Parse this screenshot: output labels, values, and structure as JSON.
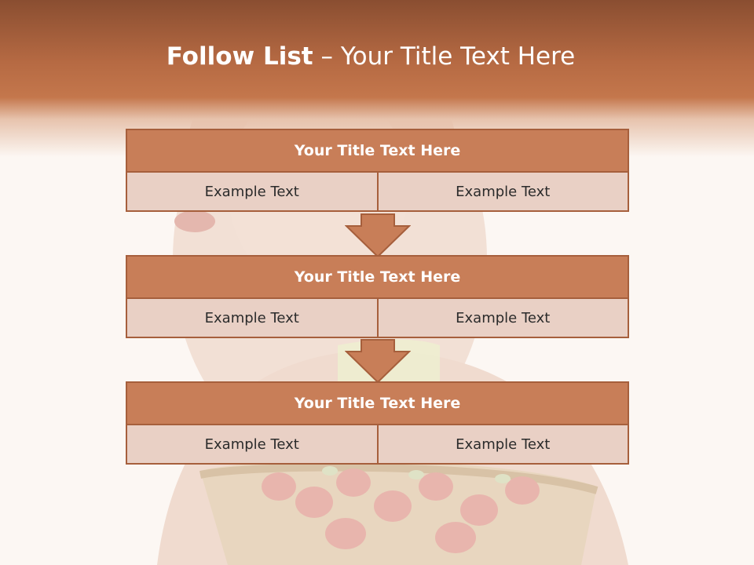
{
  "slide": {
    "title_bold": "Follow List",
    "title_rest": " – Your Title Text Here"
  },
  "blocks": [
    {
      "title": "Your Title Text Here",
      "left": "Example Text",
      "right": "Example Text"
    },
    {
      "title": "Your Title Text Here",
      "left": "Example Text",
      "right": "Example Text"
    },
    {
      "title": "Your Title Text Here",
      "left": "Example Text",
      "right": "Example Text"
    }
  ],
  "colors": {
    "header": "#b66a43",
    "block_title": "#c87e58",
    "block_cell": "#e9d0c5",
    "border": "#a65f3c"
  },
  "icons": [
    "down-arrow-icon",
    "down-arrow-icon"
  ]
}
